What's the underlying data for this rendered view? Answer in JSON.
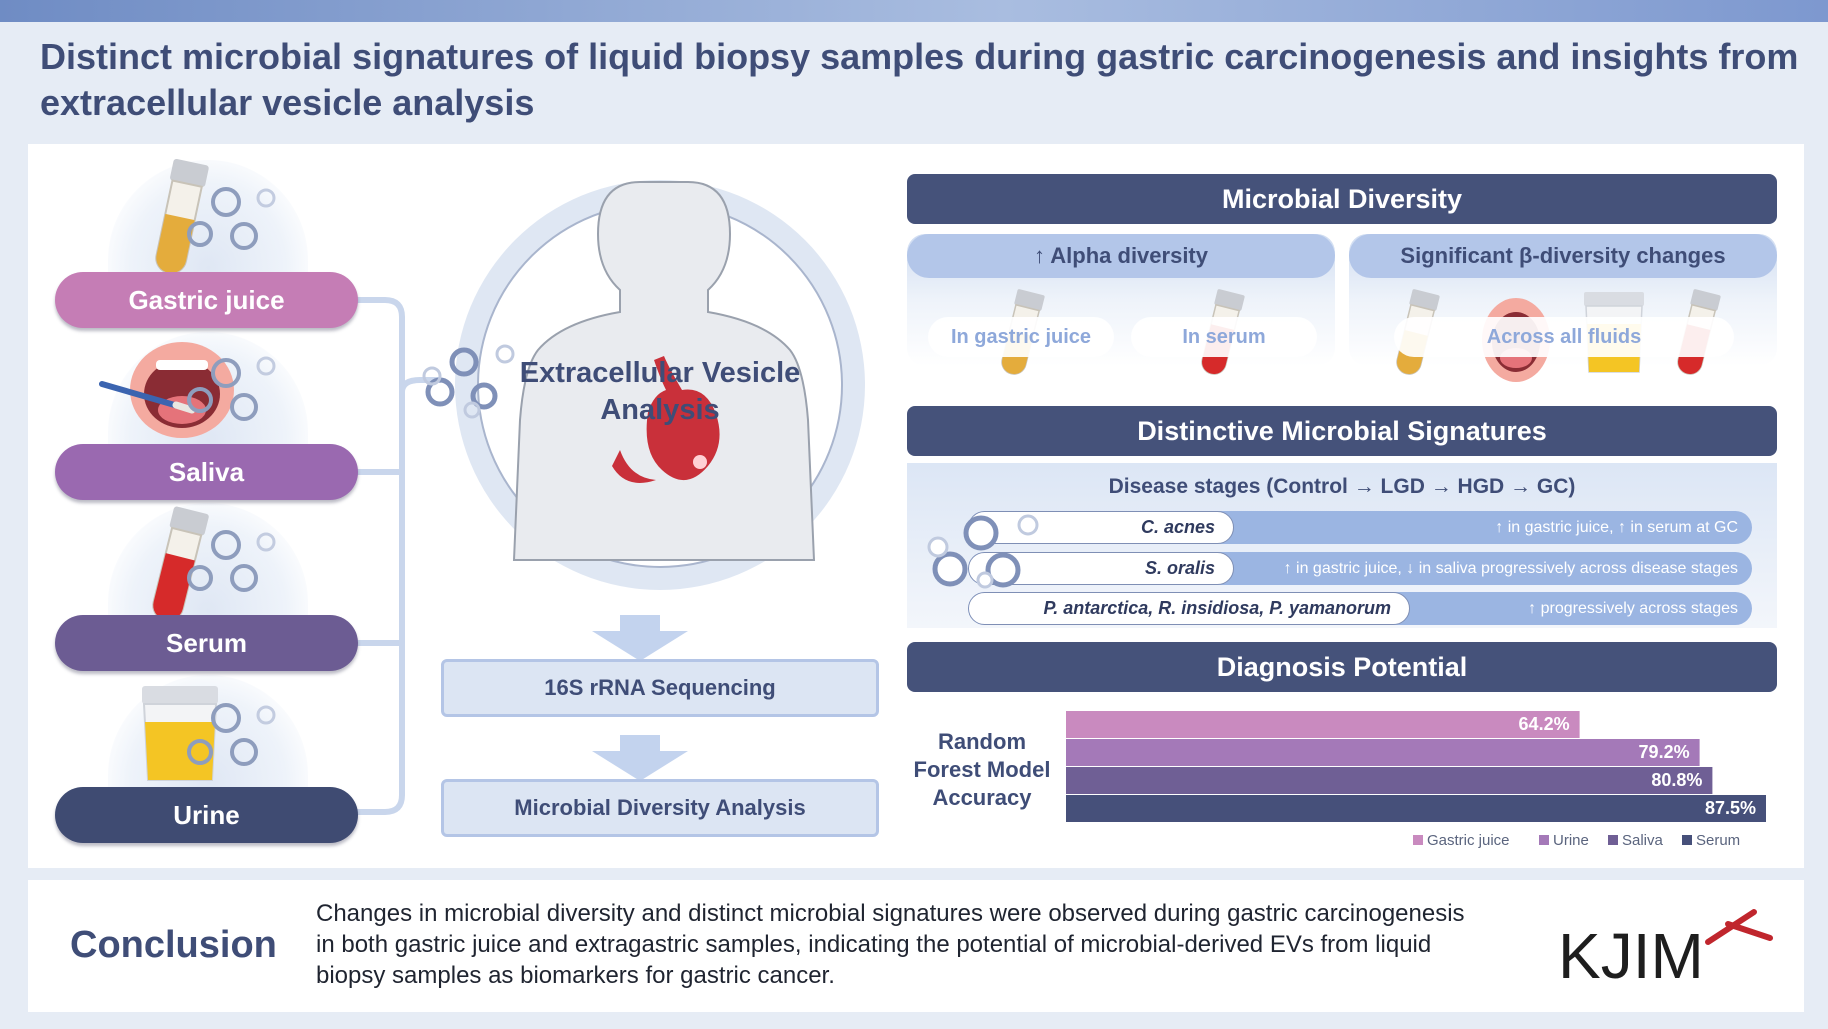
{
  "title": "Distinct microbial signatures of liquid biopsy samples during gastric carcinogenesis and insights from extracellular vesicle analysis",
  "fluids": [
    {
      "label": "Gastric juice",
      "color": "#c57db5"
    },
    {
      "label": "Saliva",
      "color": "#9a69b0"
    },
    {
      "label": "Serum",
      "color": "#6c5c93"
    },
    {
      "label": "Urine",
      "color": "#3f4b72"
    }
  ],
  "center": {
    "ev_label": "Extracellular Vesicle Analysis",
    "steps": [
      "16S rRNA Sequencing",
      "Microbial Diversity Analysis"
    ]
  },
  "diversity": {
    "header": "Microbial Diversity",
    "alpha": {
      "title": "↑ Alpha diversity",
      "items": [
        "In gastric juice",
        "In serum"
      ]
    },
    "beta": {
      "title": "Significant β-diversity changes",
      "item": "Across all fluids"
    }
  },
  "signatures": {
    "header": "Distinctive Microbial Signatures",
    "stages": "Disease stages (Control → LGD → HGD → GC)",
    "rows": [
      {
        "name": "C. acnes",
        "desc": "↑ in gastric juice, ↑ in serum at GC"
      },
      {
        "name": "S. oralis",
        "desc": "↑ in gastric juice, ↓ in saliva progressively across disease stages"
      },
      {
        "name": "P. antarctica, R. insidiosa, P. yamanorum",
        "desc": "↑ progressively across stages"
      }
    ]
  },
  "diagnosis": {
    "header": "Diagnosis Potential",
    "label": "Random Forest Model Accuracy"
  },
  "chart_data": {
    "type": "bar",
    "orientation": "horizontal",
    "categories": [
      "Gastric juice",
      "Urine",
      "Saliva",
      "Serum"
    ],
    "values": [
      64.2,
      79.2,
      80.8,
      87.5
    ],
    "value_labels": [
      "64.2%",
      "79.2%",
      "80.8%",
      "87.5%"
    ],
    "colors": [
      "#c98abf",
      "#a479b8",
      "#6f5f95",
      "#46507a"
    ],
    "legend": [
      "Gastric juice",
      "Urine",
      "Saliva",
      "Serum"
    ],
    "legend_position": "bottom-right",
    "xlim": [
      0,
      87.5
    ],
    "grid": false
  },
  "conclusion": {
    "title": "Conclusion",
    "text": "Changes in microbial diversity and distinct microbial signatures were observed during gastric carcinogenesis in both gastric juice and extragastric samples, indicating the potential of microbial-derived EVs from liquid biopsy samples as biomarkers for gastric cancer."
  },
  "logo": {
    "text": "KJIM",
    "mark_color": "#c0262d"
  }
}
